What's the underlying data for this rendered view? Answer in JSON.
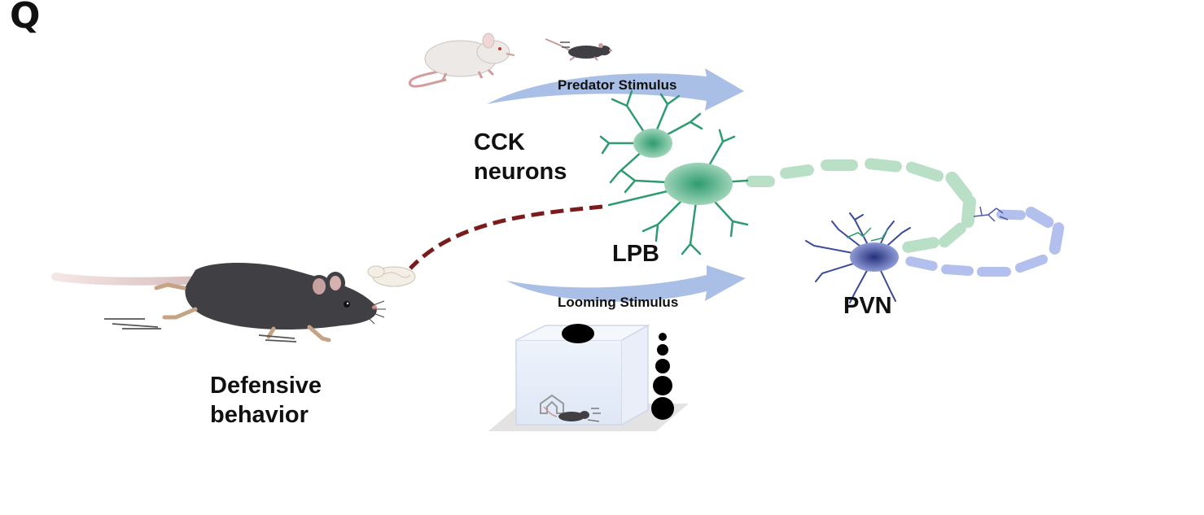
{
  "panel_letter": "Q",
  "labels": {
    "predator_stimulus": "Predator Stimulus",
    "looming_stimulus": "Looming Stimulus",
    "cck_line1": "CCK",
    "cck_line2": "neurons",
    "lpb": "LPB",
    "pvn": "PVN",
    "defensive_line1": "Defensive",
    "defensive_line2": "behavior"
  },
  "colors": {
    "arrow_blue": "#a9bfe6",
    "cck_neuron_green": "#2e9b70",
    "axon_green": "#b9dfc6",
    "pvn_neuron_navy": "#2a3a8c",
    "pvn_axon_blue": "#b3c0ee",
    "dashed_projection": "#7b1c1c",
    "mouse_black": "#3f3f44",
    "rat_white": "#ece9e6"
  }
}
